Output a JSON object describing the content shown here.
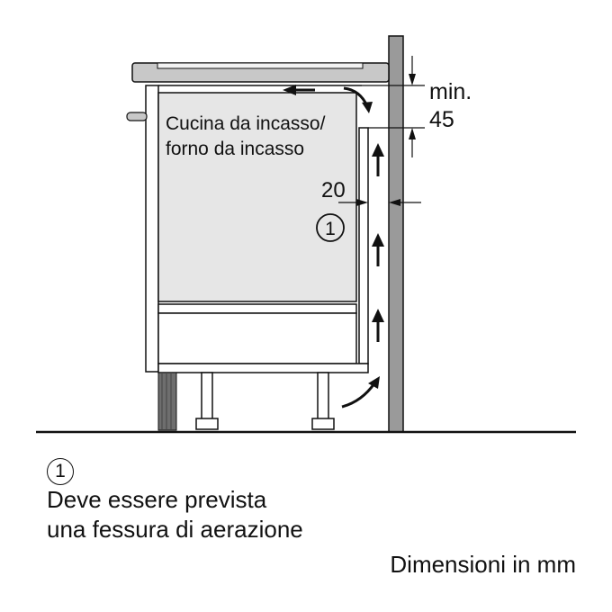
{
  "labels": {
    "appliance_line1": "Cucina da incasso/",
    "appliance_line2": "forno da incasso",
    "min_label": "min.",
    "min_value": "45",
    "gap_value": "20",
    "callout_marker": "1"
  },
  "legend": {
    "marker": "1",
    "line1": "Deve essere prevista",
    "line2": "una fessura di aerazione"
  },
  "units_note": "Dimensioni in mm",
  "colors": {
    "ink": "#111111",
    "appliance_fill": "#e6e6e6",
    "worktop_fill": "#c8c8c8",
    "wall_fill": "#9a9a9a",
    "plinth_fill": "#6e6e6e"
  }
}
